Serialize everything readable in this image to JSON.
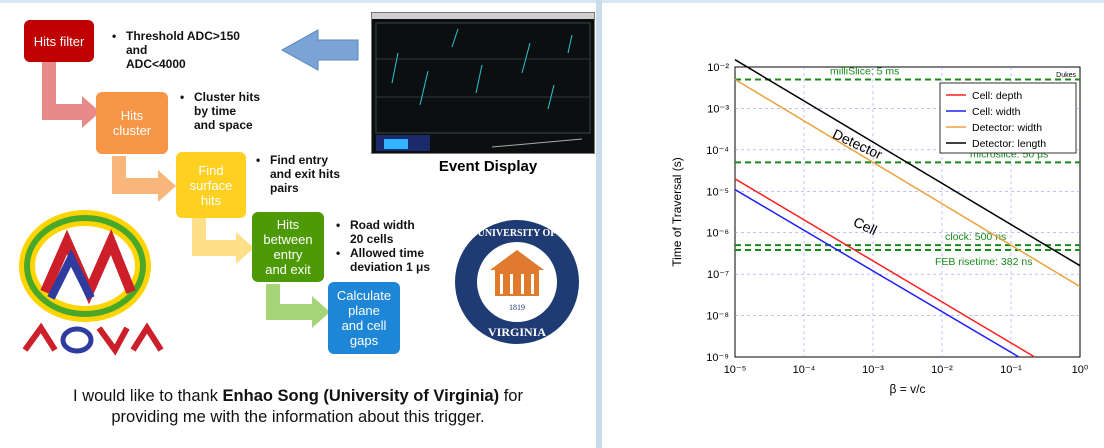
{
  "slide": {
    "flow": [
      {
        "label": "Hits filter",
        "color": "#c00000"
      },
      {
        "label": "Hits\ncluster",
        "color": "#f79646"
      },
      {
        "label": "Find\nsurface\nhits",
        "color": "#ffd020"
      },
      {
        "label": "Hits\nbetween\nentry\nand exit",
        "color": "#4e9a06"
      },
      {
        "label": "Calculate\nplane\nand cell\ngaps",
        "color": "#1e86d6"
      }
    ],
    "notes": {
      "filter": [
        "Threshold ADC>150\n and\n ADC<4000"
      ],
      "cluster": [
        "Cluster hits\n by time\n and space"
      ],
      "surface": [
        "Find entry\n and exit hits\n pairs"
      ],
      "between": [
        "Road width\n 20 cells",
        "Allowed time\n deviation 1 μs"
      ]
    },
    "event_display_label": "Event Display",
    "thanks_prefix": "I would like to thank ",
    "thanks_bold": "Enhao Song (University of Virginia)",
    "thanks_suffix": " for\nproviding me with the information about this trigger.",
    "uva_logo": {
      "top_text": "UNIVERSITY OF",
      "bottom_text": "VIRGINIA",
      "year": "1819"
    },
    "nova_logo": {
      "text": "NOvA"
    }
  },
  "chart_data": {
    "type": "line",
    "xlabel": "β = v/c",
    "ylabel": "Time of Traversal (s)",
    "x_scale": "log",
    "y_scale": "log",
    "xlim": [
      1e-05,
      1
    ],
    "ylim": [
      1e-09,
      0.01
    ],
    "x_ticks": [
      "10⁻⁵",
      "10⁻⁴",
      "10⁻³",
      "10⁻²",
      "10⁻¹",
      "10⁰"
    ],
    "y_ticks": [
      "10⁻⁹",
      "10⁻⁸",
      "10⁻⁷",
      "10⁻⁶",
      "10⁻⁵",
      "10⁻⁴",
      "10⁻³",
      "10⁻²"
    ],
    "grid": true,
    "legend_position": "top-right",
    "corner_label": "Dukes",
    "series": [
      {
        "name": "Cell: depth",
        "color": "#ff2020",
        "x": [
          1e-05,
          0.22
        ],
        "y": [
          2e-05,
          1e-09
        ]
      },
      {
        "name": "Cell: width",
        "color": "#2020ff",
        "x": [
          1e-05,
          0.13
        ],
        "y": [
          1.1e-05,
          1e-09
        ]
      },
      {
        "name": "Detector: width",
        "color": "#e8a23c",
        "x": [
          1e-05,
          1
        ],
        "y": [
          0.005,
          5e-08
        ]
      },
      {
        "name": "Detector: length",
        "color": "#000000",
        "x": [
          1e-05,
          1
        ],
        "y": [
          0.015,
          1.6e-07
        ]
      }
    ],
    "reference_lines": [
      {
        "label": "milliSlice: 5 ms",
        "y": 0.005
      },
      {
        "label": "microslice: 50 μs",
        "y": 5e-05
      },
      {
        "label": "clock: 500 ns",
        "y": 5e-07
      },
      {
        "label": "FEB risetime: 382 ns",
        "y": 3.82e-07
      }
    ],
    "annotations": [
      {
        "text": "Detector",
        "x": 0.00025,
        "y": 0.0002
      },
      {
        "text": "Cell",
        "x": 0.0005,
        "y": 1.5e-06
      }
    ]
  }
}
